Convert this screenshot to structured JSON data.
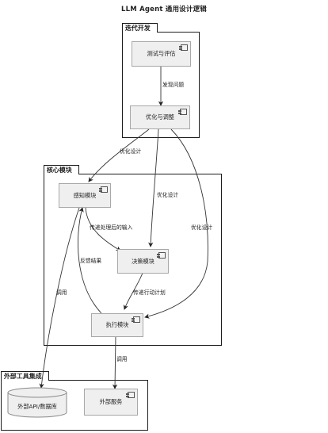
{
  "diagram_title": "LLM Agent 通用设计逻辑",
  "packages": {
    "iteration": "迭代开发",
    "core": "核心模块",
    "external": "外部工具集成"
  },
  "components": {
    "test_eval": "测试与评估",
    "optimize": "优化与调整",
    "perception": "感知模块",
    "decision": "决策模块",
    "execution": "执行模块",
    "database": "外部API/数据库",
    "service": "外部服务"
  },
  "edges": {
    "find_issue": "发现问题",
    "optimize_design_1": "优化设计",
    "optimize_design_2": "优化设计",
    "optimize_design_3": "优化设计",
    "pass_processed_input": "传递处理后的输入",
    "pass_action_plan": "传递行动计划",
    "feedback_result": "反馈结果",
    "call_1": "调用",
    "call_2": "调用"
  }
}
